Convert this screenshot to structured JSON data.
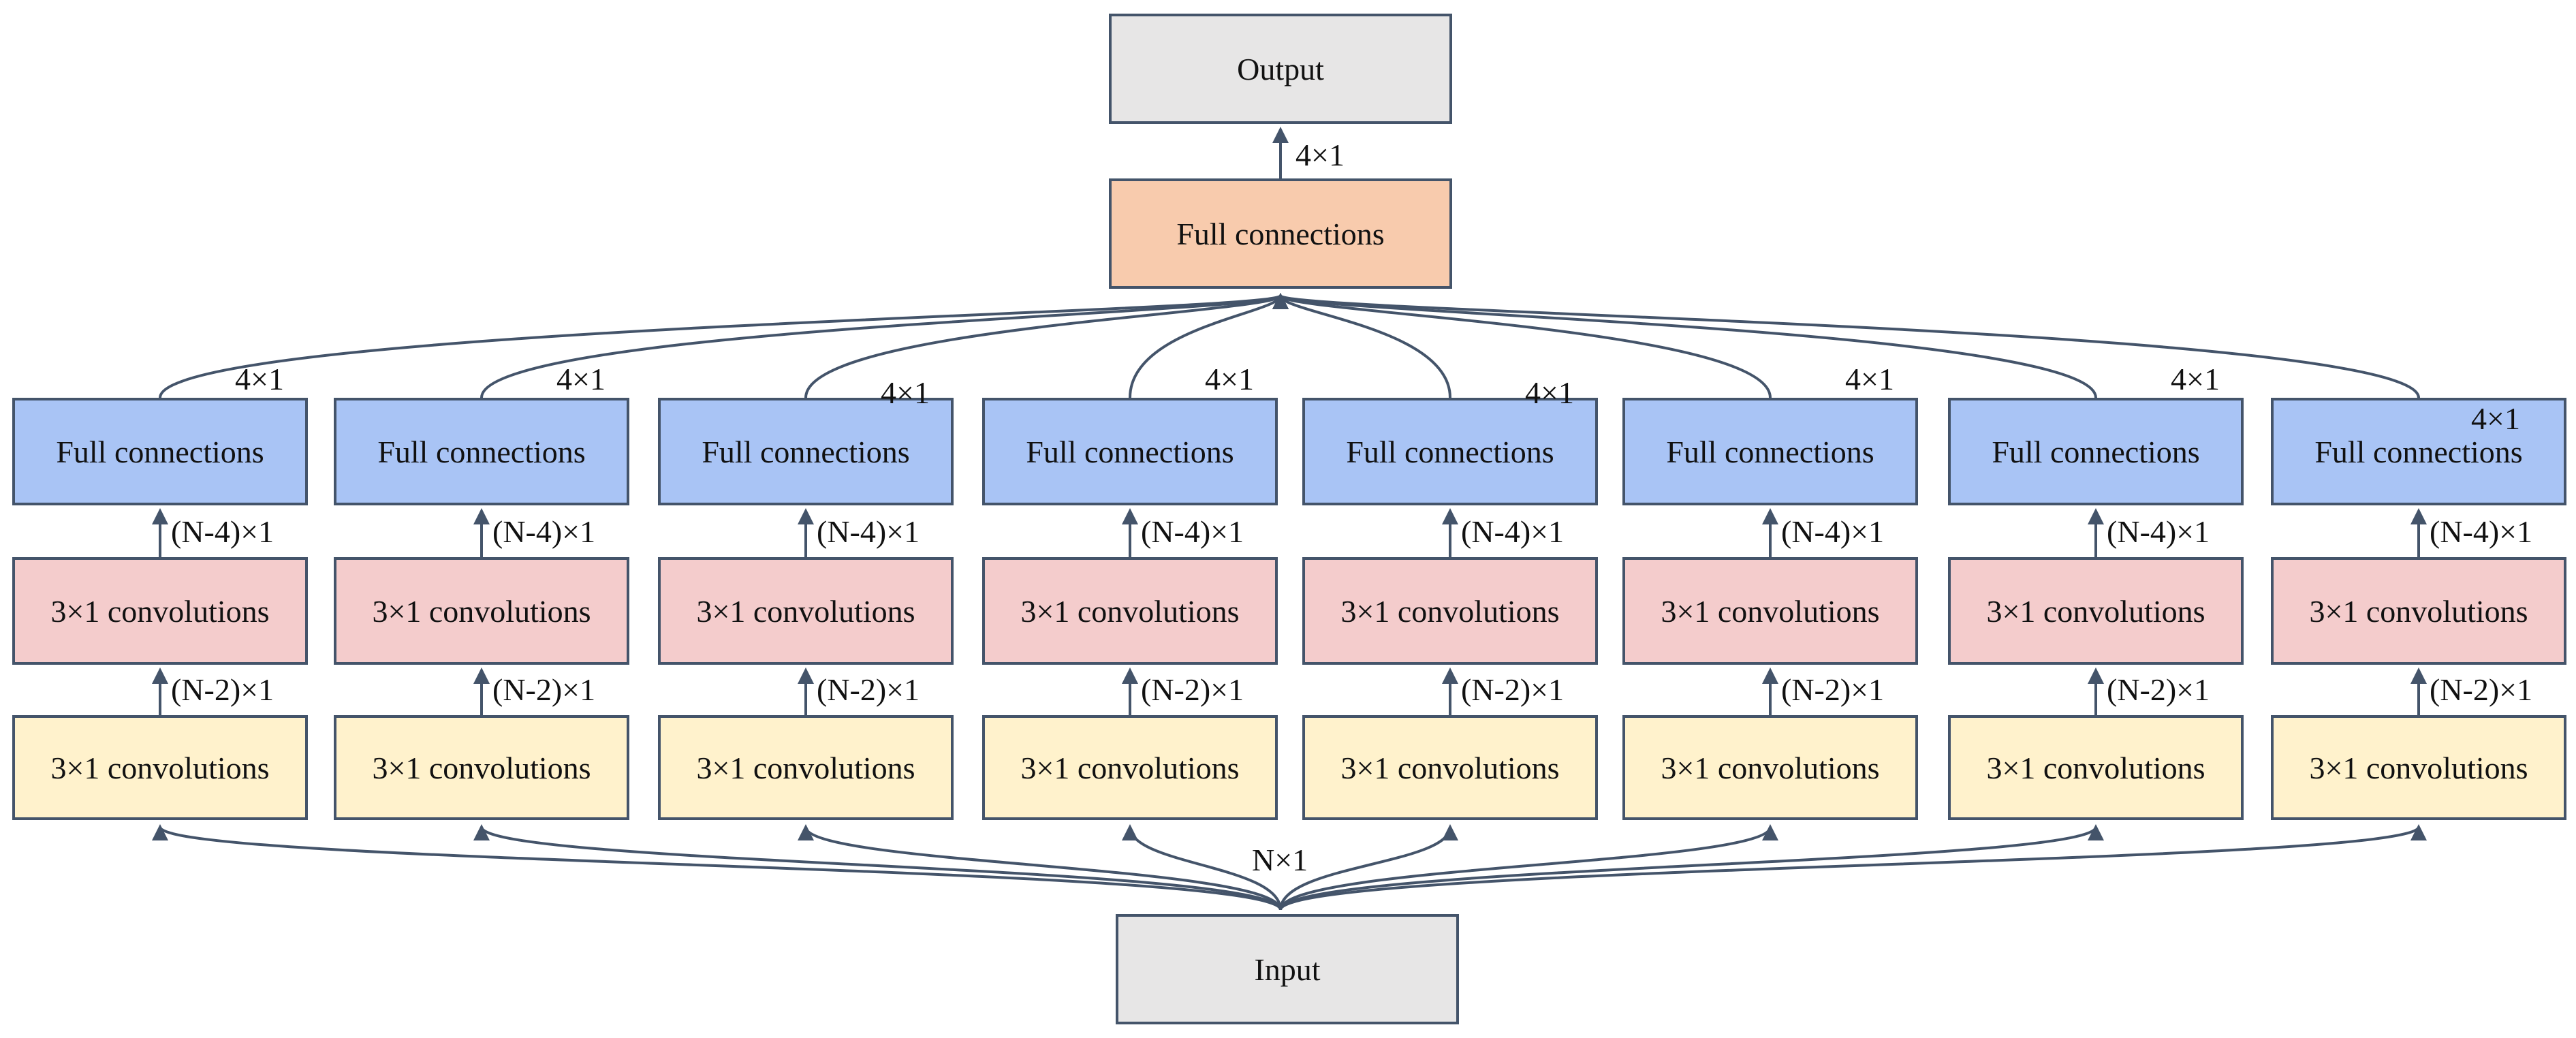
{
  "input_label": "Input",
  "output_label": "Output",
  "top_fc_label": "Full connections",
  "input_dim": "N×1",
  "output_dim": "4×1",
  "branches": [
    {
      "fc": "Full connections",
      "conv2": "3×1 convolutions",
      "conv1": "3×1 convolutions",
      "fc_dim": "4×1",
      "conv2_dim": "(N-4)×1",
      "conv1_dim": "(N-2)×1"
    },
    {
      "fc": "Full connections",
      "conv2": "3×1 convolutions",
      "conv1": "3×1 convolutions",
      "fc_dim": "4×1",
      "conv2_dim": "(N-4)×1",
      "conv1_dim": "(N-2)×1"
    },
    {
      "fc": "Full connections",
      "conv2": "3×1 convolutions",
      "conv1": "3×1 convolutions",
      "fc_dim": "4×1",
      "conv2_dim": "(N-4)×1",
      "conv1_dim": "(N-2)×1"
    },
    {
      "fc": "Full connections",
      "conv2": "3×1 convolutions",
      "conv1": "3×1 convolutions",
      "fc_dim": "4×1",
      "conv2_dim": "(N-4)×1",
      "conv1_dim": "(N-2)×1"
    },
    {
      "fc": "Full connections",
      "conv2": "3×1 convolutions",
      "conv1": "3×1 convolutions",
      "fc_dim": "4×1",
      "conv2_dim": "(N-4)×1",
      "conv1_dim": "(N-2)×1"
    },
    {
      "fc": "Full connections",
      "conv2": "3×1 convolutions",
      "conv1": "3×1 convolutions",
      "fc_dim": "4×1",
      "conv2_dim": "(N-4)×1",
      "conv1_dim": "(N-2)×1"
    },
    {
      "fc": "Full connections",
      "conv2": "3×1 convolutions",
      "conv1": "3×1 convolutions",
      "fc_dim": "4×1",
      "conv2_dim": "(N-4)×1",
      "conv1_dim": "(N-2)×1"
    },
    {
      "fc": "Full connections",
      "conv2": "3×1 convolutions",
      "conv1": "3×1 convolutions",
      "fc_dim": "4×1",
      "conv2_dim": "(N-4)×1",
      "conv1_dim": "(N-2)×1"
    }
  ],
  "colors": {
    "stroke": "#44546a",
    "gray_box": "#e7e6e6",
    "fc_top": "#f8cbad",
    "fc_branch": "#a9c4f5",
    "conv_upper": "#f4cccc",
    "conv_lower": "#fff2cc"
  }
}
